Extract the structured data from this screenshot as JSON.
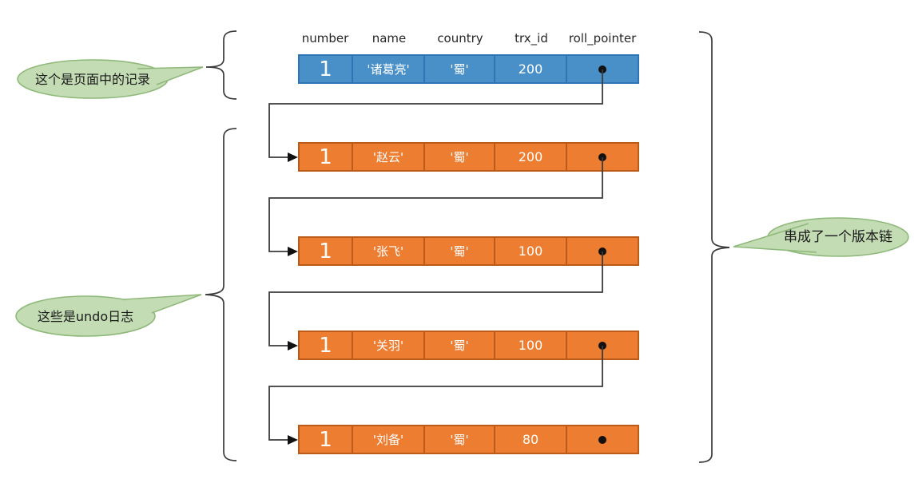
{
  "diagram_title": "MVCC version chain (page record + undo logs)",
  "table": {
    "headers": [
      "number",
      "name",
      "country",
      "trx_id",
      "roll_pointer"
    ],
    "rows": [
      {
        "style": "page",
        "number": "1",
        "name": "'诸葛亮'",
        "country": "'蜀'",
        "trx_id": "200",
        "roll_pointer": "•"
      },
      {
        "style": "undo",
        "number": "1",
        "name": "'赵云'",
        "country": "'蜀'",
        "trx_id": "200",
        "roll_pointer": "•"
      },
      {
        "style": "undo",
        "number": "1",
        "name": "'张飞'",
        "country": "'蜀'",
        "trx_id": "100",
        "roll_pointer": "•"
      },
      {
        "style": "undo",
        "number": "1",
        "name": "'关羽'",
        "country": "'蜀'",
        "trx_id": "100",
        "roll_pointer": "•"
      },
      {
        "style": "undo",
        "number": "1",
        "name": "'刘备'",
        "country": "'蜀'",
        "trx_id": "80",
        "roll_pointer": "•"
      }
    ]
  },
  "callouts": {
    "page_record": "这个是页面中的记录",
    "undo_logs": "这些是undo日志",
    "version_chain": "串成了一个版本链"
  },
  "icons": {
    "roll_pointer_dot": "black-filled-dot",
    "connector_arrow": "right-arrowhead",
    "brace": "curly-brace",
    "callout_bubble": "oval-speech-bubble"
  },
  "colors": {
    "page_row_fill": "#4A90C8",
    "page_row_border": "#2E75B6",
    "undo_row_fill": "#ED7D31",
    "undo_row_border": "#BC5B18",
    "bubble_fill": "#C3DCB4",
    "bubble_border": "#8FB97A",
    "line": "#3A3A3A",
    "header_text": "#262626",
    "row_text": "#FFFFFF",
    "background": "#FFFFFF"
  }
}
